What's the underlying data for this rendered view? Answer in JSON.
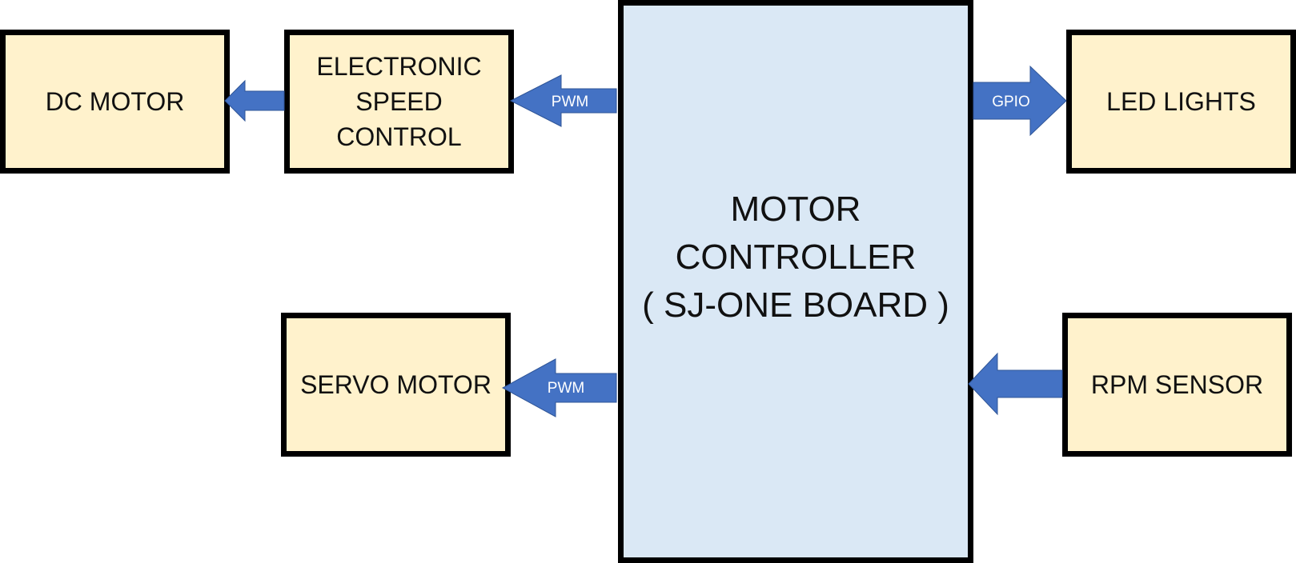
{
  "diagram": {
    "blocks": {
      "dc_motor": "DC MOTOR",
      "esc": "ELECTRONIC\nSPEED\nCONTROL",
      "controller": "MOTOR\nCONTROLLER\n( SJ-ONE BOARD )",
      "led_lights": "LED LIGHTS",
      "servo_motor": "SERVO MOTOR",
      "rpm_sensor": "RPM SENSOR"
    },
    "connections": [
      {
        "from": "controller",
        "to": "esc",
        "label": "PWM"
      },
      {
        "from": "esc",
        "to": "dc_motor",
        "label": ""
      },
      {
        "from": "controller",
        "to": "led_lights",
        "label": "GPIO"
      },
      {
        "from": "controller",
        "to": "servo_motor",
        "label": "PWM"
      },
      {
        "from": "rpm_sensor",
        "to": "controller",
        "label": ""
      }
    ],
    "colors": {
      "block_fill": "#fff2cc",
      "controller_fill": "#dae8f5",
      "border": "#000000",
      "arrow": "#4472c4",
      "arrow_label": "#ffffff"
    }
  }
}
